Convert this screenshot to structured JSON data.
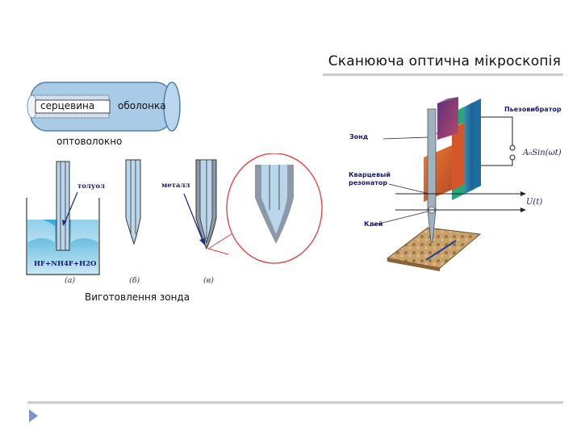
{
  "title": "Сканююча оптична мікроскопія",
  "fiber": {
    "core_label": "серцевина",
    "cladding_label": "оболонка",
    "caption": "оптоволокно"
  },
  "etching": {
    "toluene_label": "толуол",
    "metal_label": "металл",
    "solution_label": "HF+NH4F+H2O",
    "step_a": "(а)",
    "step_b": "(б)",
    "step_c": "(в)",
    "caption": "Виготовлення зонда"
  },
  "setup": {
    "probe_label": "Зонд",
    "piezo_label": "Пьезовибратор",
    "quartz_label_line1": "Кварцевый",
    "quartz_label_line2": "резонатор",
    "glue_label": "Клей",
    "signal_label": "A₀Sin(ωt)",
    "voltage_label": "U(t)"
  }
}
